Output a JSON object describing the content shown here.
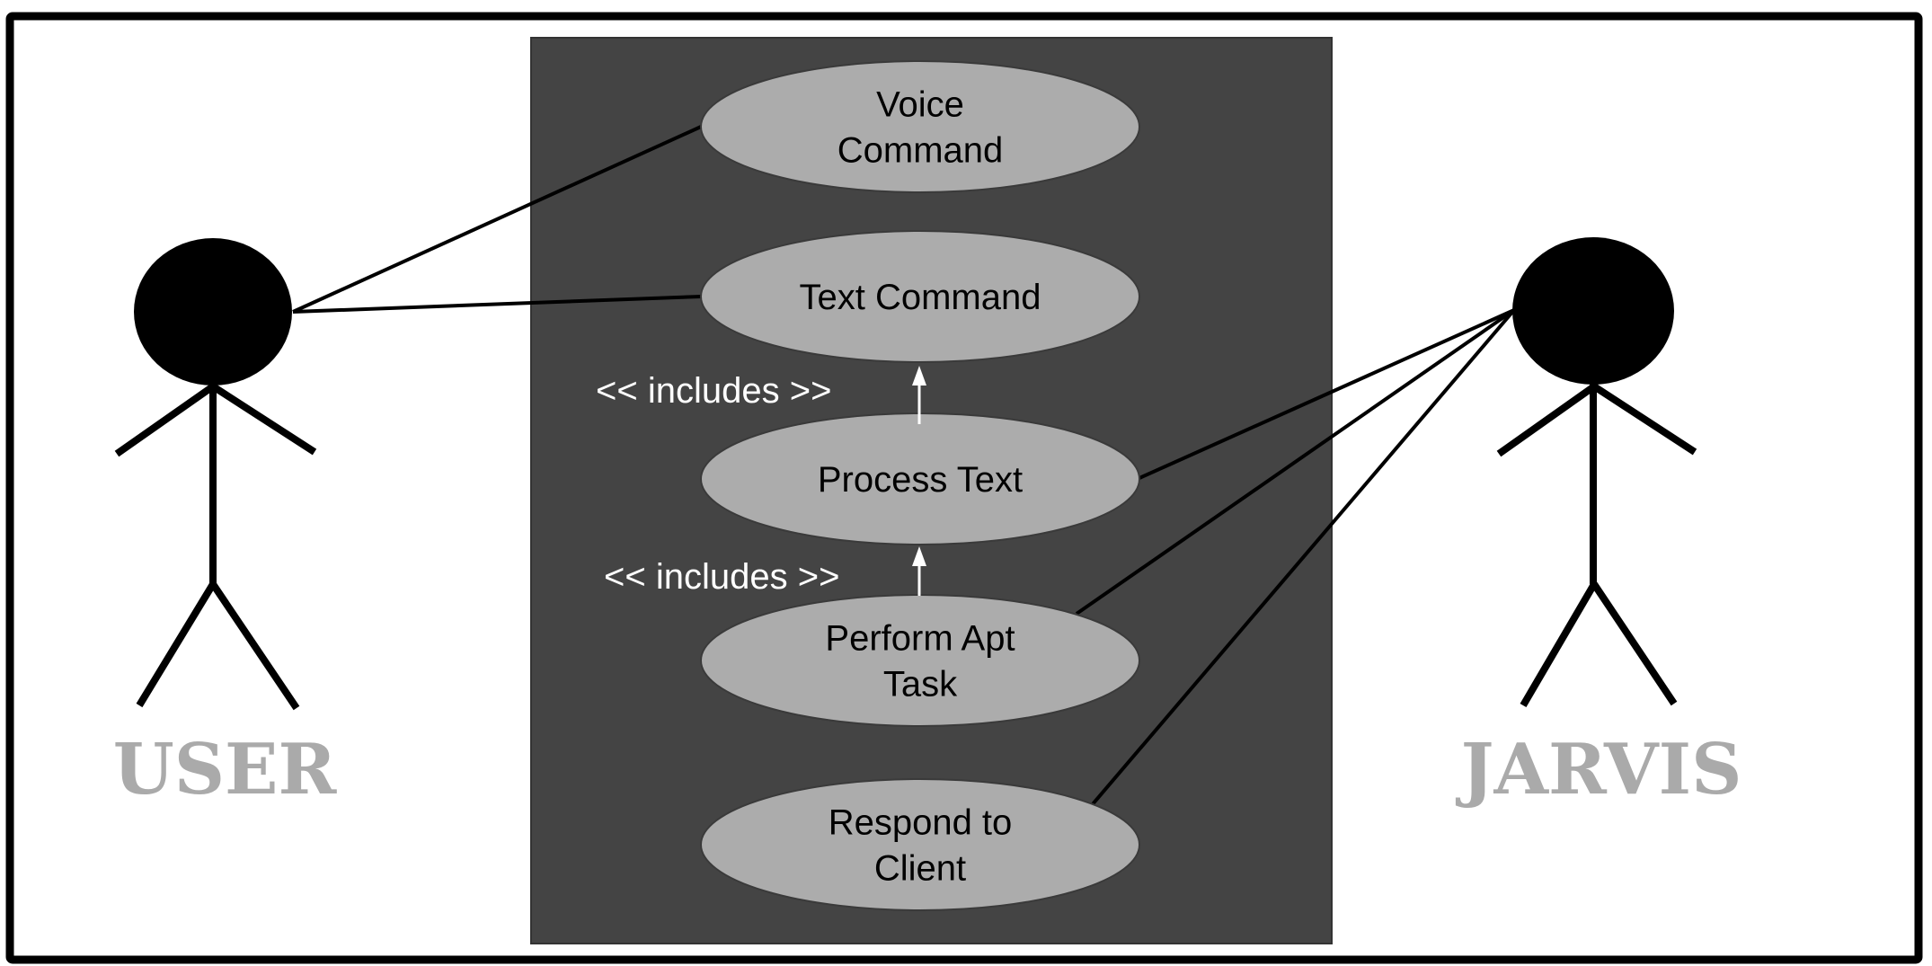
{
  "diagram": {
    "type": "UML use case diagram",
    "colors": {
      "frame_border": "#000000",
      "system_boundary_fill": "#444444",
      "system_boundary_stroke": "#333333",
      "use_case_fill": "#acacac",
      "use_case_stroke": "#3a3a3a",
      "actor": "#000000",
      "actor_label": "#aaaaaa",
      "include_arrow": "#ffffff",
      "include_label": "#ffffff",
      "association_line": "#000000"
    },
    "actors": [
      {
        "id": "user",
        "label": "USER"
      },
      {
        "id": "jarvis",
        "label": "JARVIS"
      }
    ],
    "use_cases": [
      {
        "id": "voice_command",
        "lines": [
          "Voice",
          "Command"
        ]
      },
      {
        "id": "text_command",
        "lines": [
          "Text Command"
        ]
      },
      {
        "id": "process_text",
        "lines": [
          "Process Text"
        ]
      },
      {
        "id": "perform_apt_task",
        "lines": [
          "Perform Apt",
          "Task"
        ]
      },
      {
        "id": "respond_to_client",
        "lines": [
          "Respond to",
          "Client"
        ]
      }
    ],
    "includes": [
      {
        "from": "process_text",
        "to": "text_command",
        "label": "<< includes >>"
      },
      {
        "from": "perform_apt_task",
        "to": "process_text",
        "label": "<< includes >>"
      }
    ],
    "associations": [
      {
        "actor": "user",
        "use_case": "voice_command"
      },
      {
        "actor": "user",
        "use_case": "text_command"
      },
      {
        "actor": "jarvis",
        "use_case": "process_text"
      },
      {
        "actor": "jarvis",
        "use_case": "perform_apt_task"
      },
      {
        "actor": "jarvis",
        "use_case": "respond_to_client"
      }
    ]
  }
}
